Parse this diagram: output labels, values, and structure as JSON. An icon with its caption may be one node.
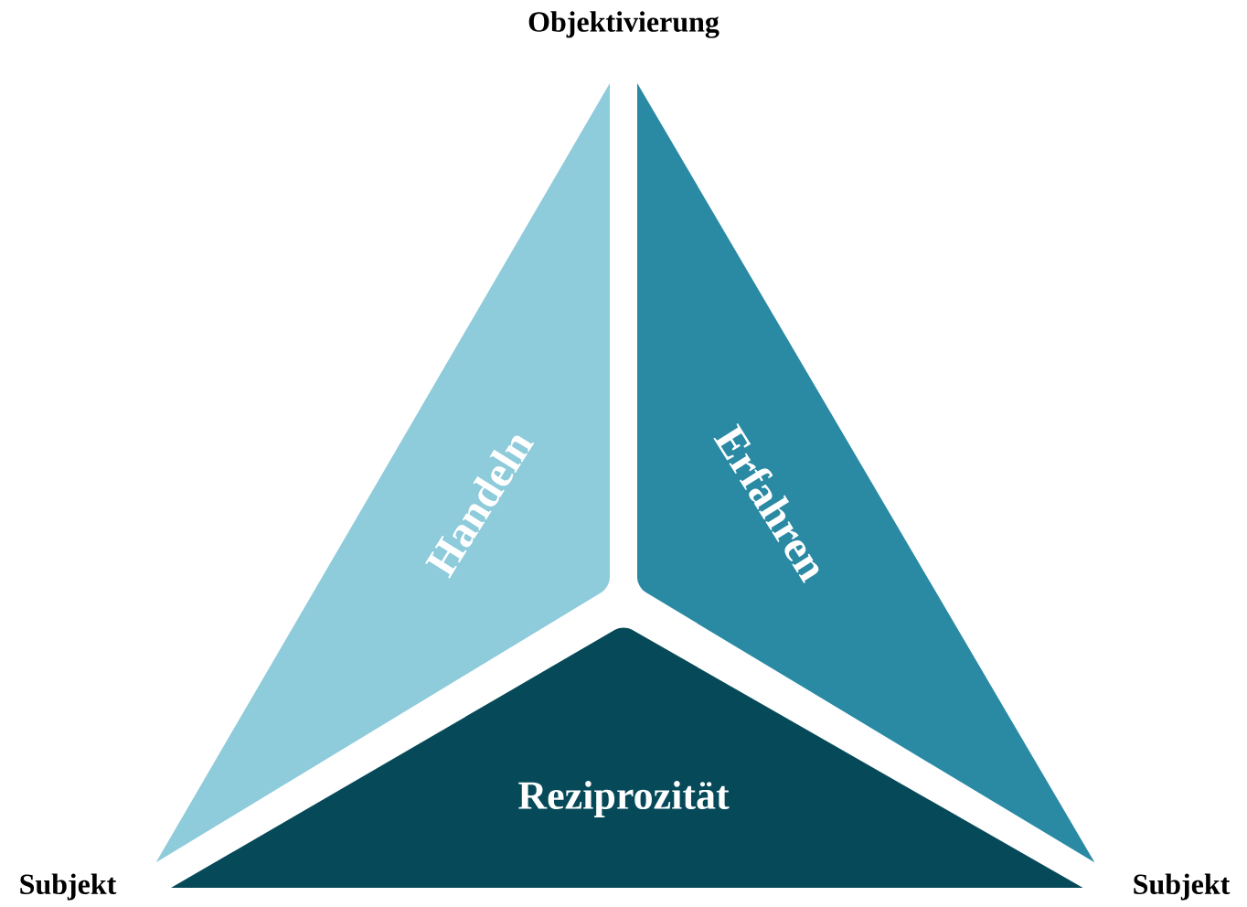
{
  "diagram": {
    "nodes": [
      {
        "text": [
          "Handeln"
        ]
      },
      {
        "text": [
          "Erfahren"
        ]
      },
      {
        "text": [
          "Reziprozität"
        ]
      }
    ],
    "labels": [
      "Objektivierung",
      "Subjekt",
      "Subjekt"
    ]
  }
}
